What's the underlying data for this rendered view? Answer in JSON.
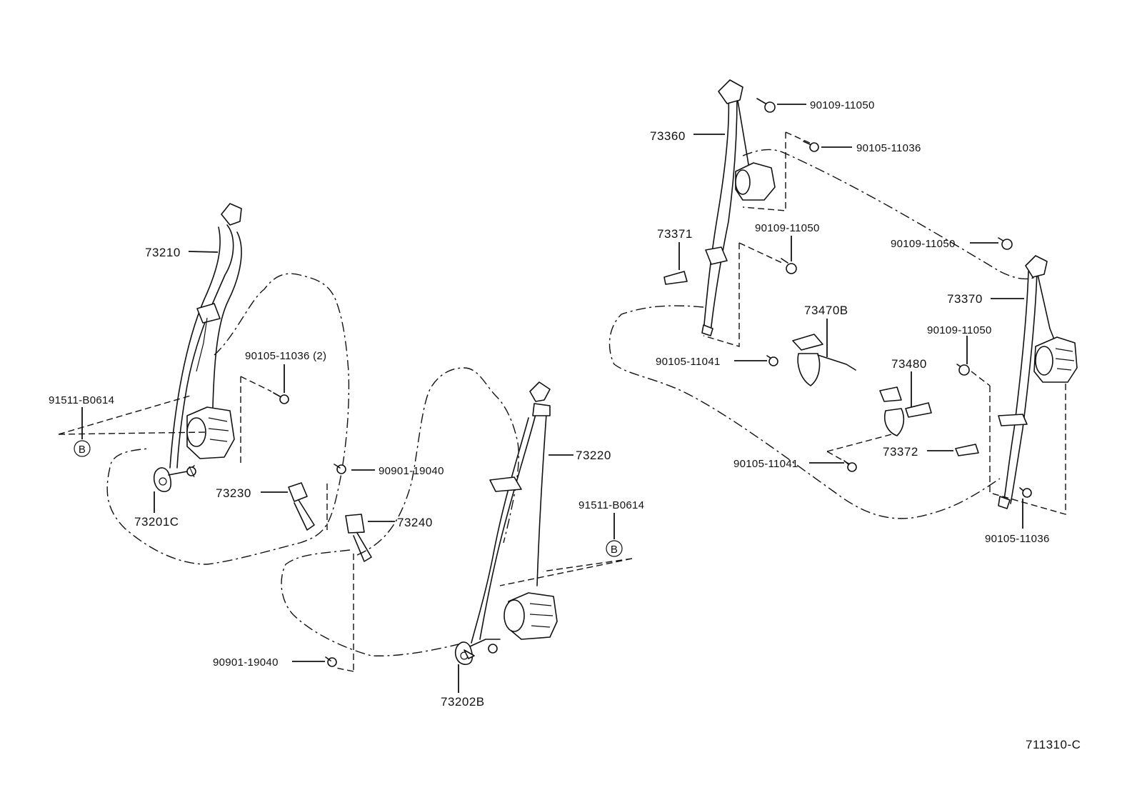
{
  "diagram_id": "711310-C",
  "callouts": {
    "p73210": "73210",
    "p73201c": "73201C",
    "p73230": "73230",
    "p73240": "73240",
    "p73220": "73220",
    "p73202b": "73202B",
    "p90105_11036_2": "90105-11036 (2)",
    "p91511_b0614_left": "91511-B0614",
    "p91511_b0614_right": "91511-B0614",
    "p90901_19040_a": "90901-19040",
    "p90901_19040_b": "90901-19040",
    "p73360": "73360",
    "p90109_11050_top": "90109-11050",
    "p90105_11036_top": "90105-11036",
    "p73371": "73371",
    "p90109_11050_mid": "90109-11050",
    "p90109_11050_right": "90109-11050",
    "p73370": "73370",
    "p73470b": "73470B",
    "p90105_11041_a": "90105-11041",
    "p73480": "73480",
    "p90109_11050_low": "90109-11050",
    "p73372": "73372",
    "p90105_11041_b": "90105-11041",
    "p90105_11036_bottom": "90105-11036"
  },
  "reference_marks": {
    "b_left": "B",
    "b_right": "B"
  }
}
